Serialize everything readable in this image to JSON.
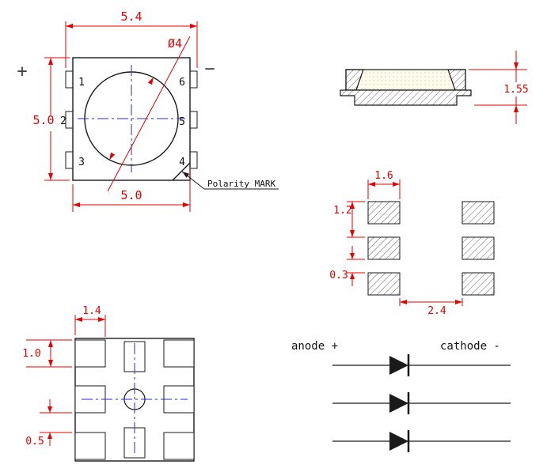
{
  "drawing": {
    "colors": {
      "dimension": "#e60000",
      "outline": "#1a1a1a",
      "centerline": "#2a2ad4"
    },
    "top_view": {
      "dim_overall_width": "5.4",
      "dim_body_height": "5.0",
      "dim_body_width": "5.0",
      "dim_lens_diameter": "Ø4",
      "plus_sign": "+",
      "minus_sign": "−",
      "polarity_label": "Polarity MARK",
      "pin_numbers": {
        "p1": "1",
        "p2": "2",
        "p3": "3",
        "p4": "4",
        "p5": "5",
        "p6": "6"
      }
    },
    "side_view": {
      "dim_height": "1.55"
    },
    "pad_layout": {
      "dim_pad_width": "1.6",
      "dim_pad_pitch": "1.2",
      "dim_row_gap": "0.3",
      "dim_column_gap": "2.4"
    },
    "bottom_view": {
      "dim_pad_width": "1.4",
      "dim_pad_height": "1.0",
      "dim_pad_gap": "0.5"
    },
    "schematic": {
      "anode_label": "anode +",
      "cathode_label": "cathode -"
    }
  }
}
